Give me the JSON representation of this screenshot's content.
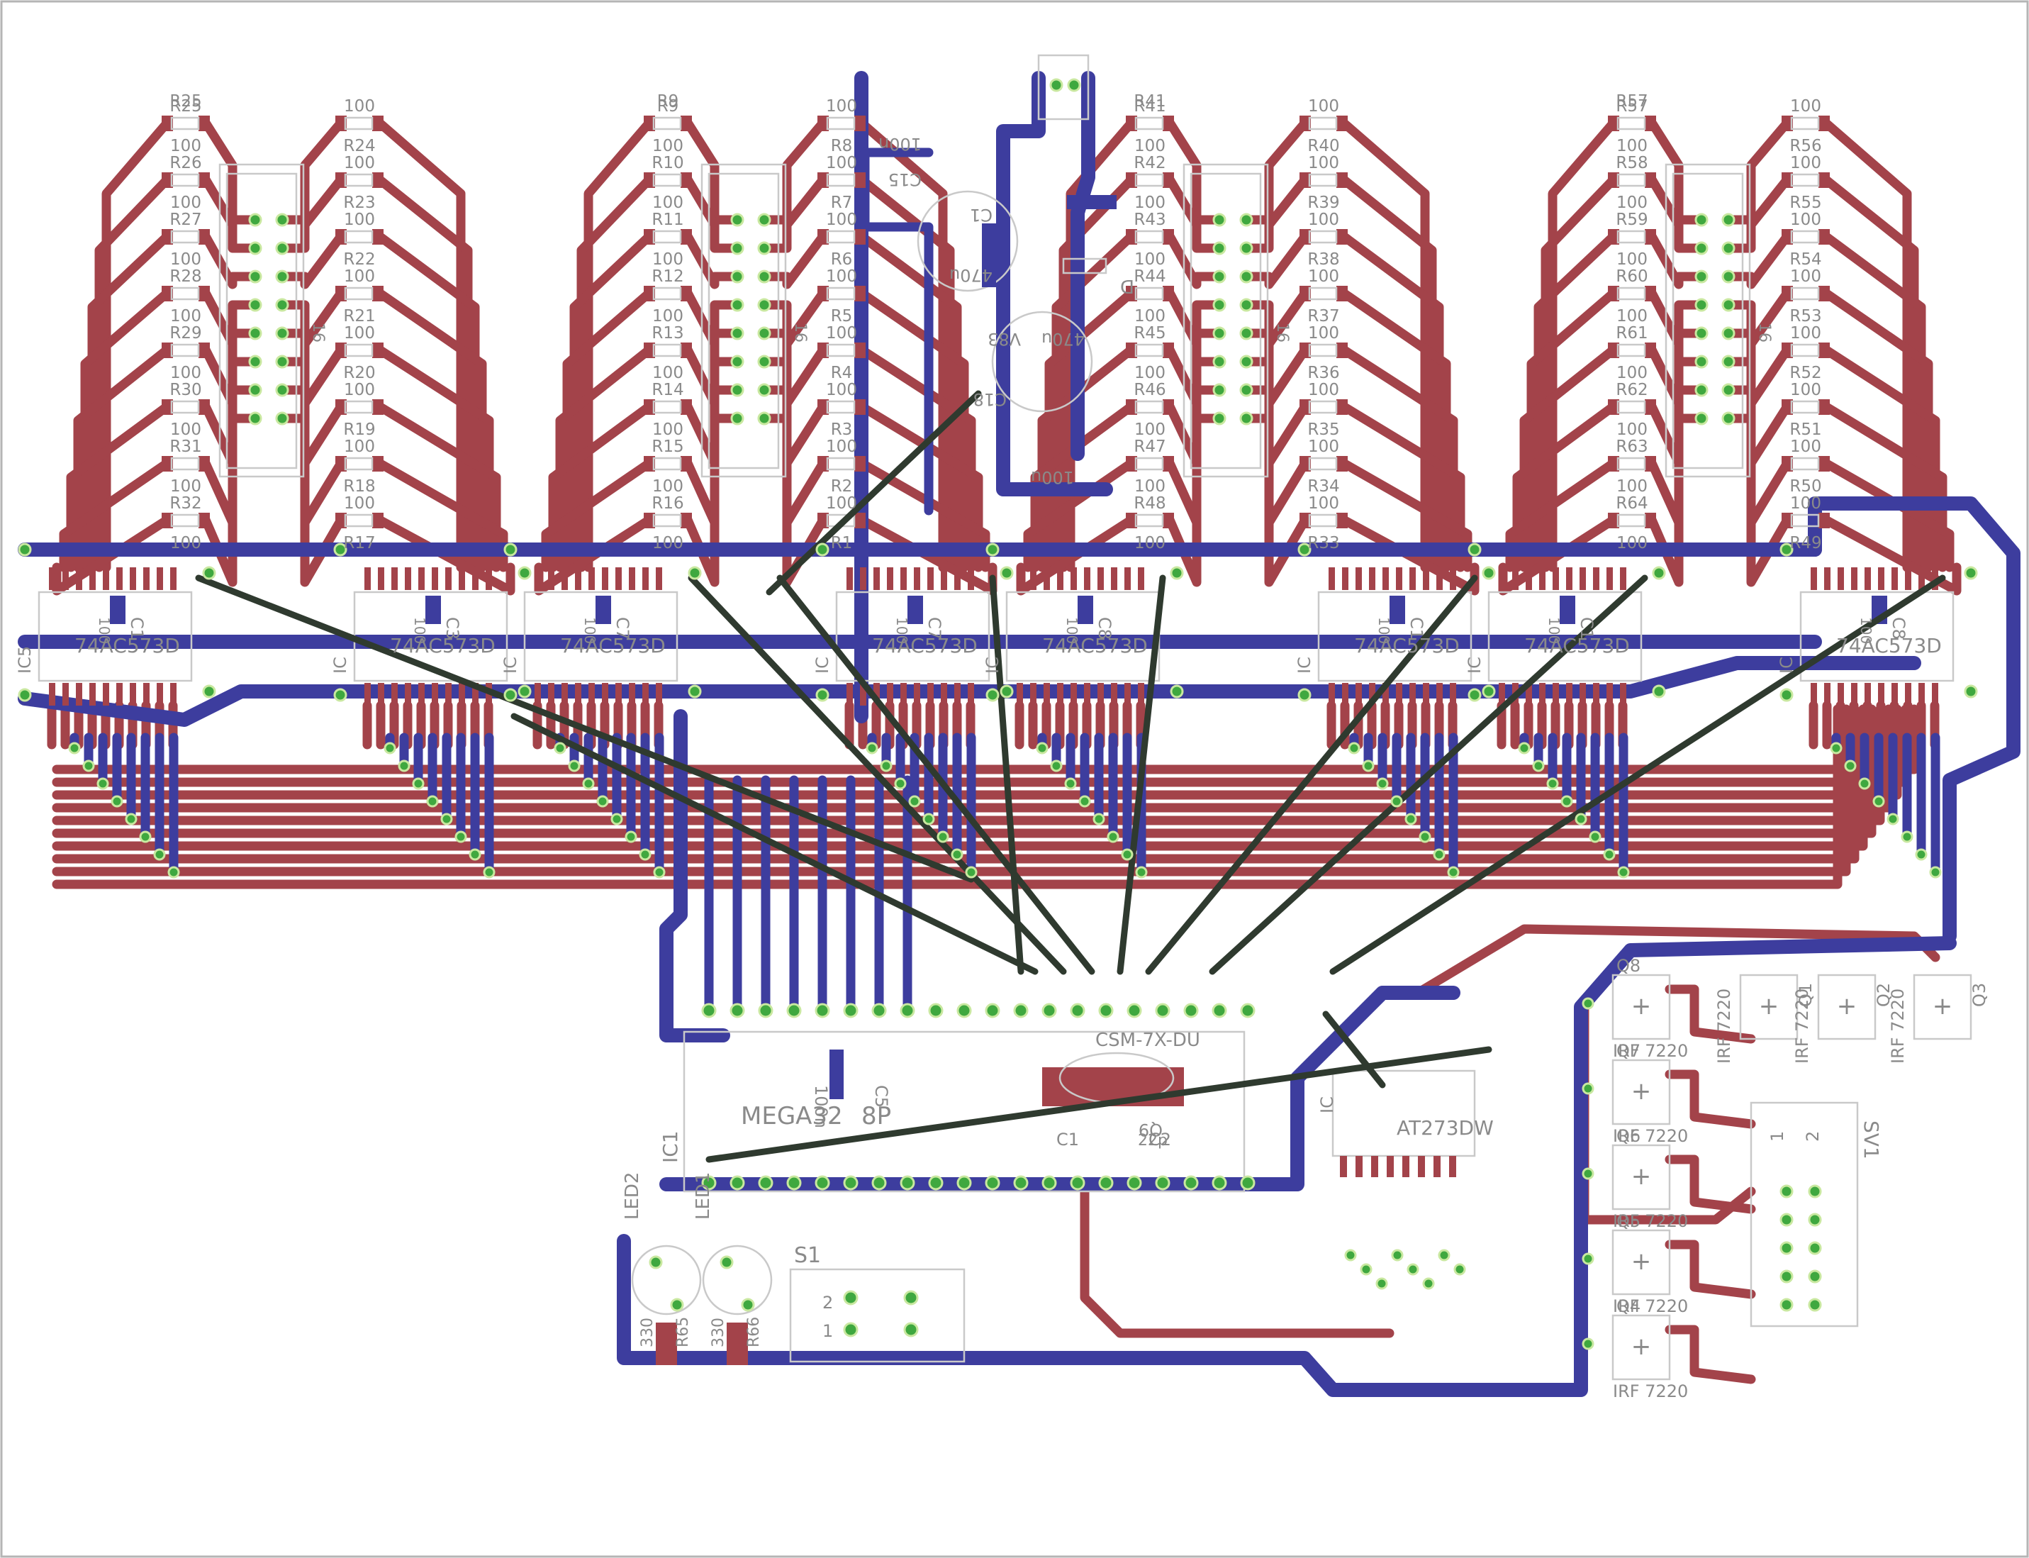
{
  "colors": {
    "top_copper": "#a3434a",
    "bottom_copper": "#3d3d9e",
    "via": "#3fa83f",
    "airwire": "#2f3a2f",
    "silkscreen": "#8a8a8a",
    "background": "#ffffff"
  },
  "resistor_banks": [
    {
      "left_names": [
        "R25",
        "R26",
        "R27",
        "R28",
        "R29",
        "R30",
        "R31",
        "R32"
      ],
      "right_names": [
        "R24",
        "R23",
        "R22",
        "R21",
        "R20",
        "R19",
        "R18",
        "R17"
      ],
      "value": "100"
    },
    {
      "left_names": [
        "R9",
        "R10",
        "R11",
        "R12",
        "R13",
        "R14",
        "R15",
        "R16"
      ],
      "right_names": [
        "R8",
        "R7",
        "R6",
        "R5",
        "R4",
        "R3",
        "R2",
        "R1"
      ],
      "value": "100"
    },
    {
      "left_names": [
        "R41",
        "R42",
        "R43",
        "R44",
        "R45",
        "R46",
        "R47",
        "R48"
      ],
      "right_names": [
        "R40",
        "R39",
        "R38",
        "R37",
        "R36",
        "R35",
        "R34",
        "R33"
      ],
      "value": "100"
    },
    {
      "left_names": [
        "R57",
        "R58",
        "R59",
        "R60",
        "R61",
        "R62",
        "R63",
        "R64"
      ],
      "right_names": [
        "R56",
        "R55",
        "R54",
        "R53",
        "R52",
        "R51",
        "R50",
        "R49"
      ],
      "value": "100"
    }
  ],
  "latch_ics": [
    {
      "designator": "IC5",
      "part": "74AC573D",
      "cap": "C1",
      "cap_value": "100"
    },
    {
      "designator": "IC",
      "part": "74AC573D",
      "cap": "C3",
      "cap_value": "100"
    },
    {
      "designator": "IC",
      "part": "74AC573D",
      "cap": "C7",
      "cap_value": "100"
    },
    {
      "designator": "IC",
      "part": "74AC573D",
      "cap": "C7",
      "cap_value": "100"
    },
    {
      "designator": "IC",
      "part": "74AC573D",
      "cap": "C8",
      "cap_value": "100"
    },
    {
      "designator": "IC",
      "part": "74AC573D",
      "cap": "C1",
      "cap_value": "100"
    },
    {
      "designator": "IC",
      "part": "74AC573D",
      "cap": "C1",
      "cap_value": "100"
    },
    {
      "designator": "IC",
      "part": "74AC573D",
      "cap": "C8",
      "cap_value": "100"
    }
  ],
  "power_section": {
    "cap_c15": "C15",
    "cap_c15_value": "100n",
    "elec1_label": "C1",
    "elec1_value": "470u",
    "elec2_label": "C18",
    "elec2_value": "V83",
    "elec2_value2": "470u",
    "diode": "D",
    "regulator_label": "100u"
  },
  "mcu": {
    "part": "MEGA32",
    "suffix": "8P",
    "cap_label": "C5",
    "cap_value": "100n",
    "label_extra": "IC1"
  },
  "crystal": {
    "part": "CSM-7X-DU",
    "q_label": "Q9",
    "cap_left": "C1",
    "cap_right": "C2",
    "cap_value": "22p"
  },
  "driver_ic": {
    "part": "AT273DW",
    "label": "IC"
  },
  "leds": [
    {
      "name": "LED2",
      "resistor": "R65",
      "value": "330"
    },
    {
      "name": "LED1",
      "resistor": "R66",
      "value": "330"
    }
  ],
  "switch": {
    "name": "S1",
    "pin1": "1",
    "pin2": "2"
  },
  "mosfets_column": [
    {
      "name": "Q8",
      "part": "IRF 7220"
    },
    {
      "name": "Q7",
      "part": "IRF 7220"
    },
    {
      "name": "Q6",
      "part": "IRF 7220"
    },
    {
      "name": "Q5",
      "part": "IRF 7220"
    },
    {
      "name": "Q4",
      "part": "IRF 7220"
    }
  ],
  "mosfets_row": [
    {
      "name": "Q1",
      "part": "IRF 7220"
    },
    {
      "name": "Q2",
      "part": "IRF 7220"
    },
    {
      "name": "Q3",
      "part": "IRF 7220"
    }
  ],
  "connector": {
    "name": "SV1",
    "pin1": "1",
    "pin2": "2"
  },
  "socket_pin_label": "16"
}
